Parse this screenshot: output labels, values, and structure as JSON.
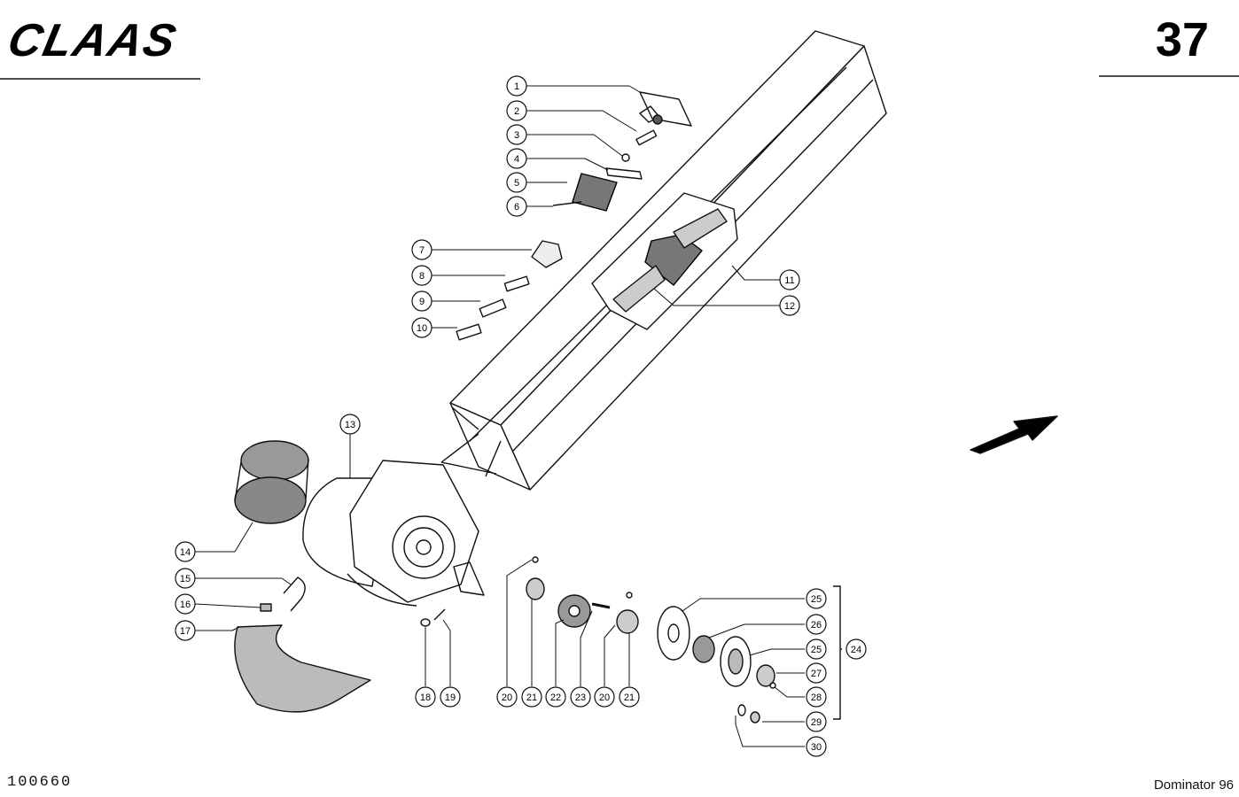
{
  "header": {
    "brand": "CLAAS",
    "page_number": "37"
  },
  "footer": {
    "document_id": "100660",
    "model": "Dominator 96"
  },
  "callouts": {
    "c1": "1",
    "c2": "2",
    "c3": "3",
    "c4": "4",
    "c5": "5",
    "c6": "6",
    "c7": "7",
    "c8": "8",
    "c9": "9",
    "c10": "10",
    "c11": "11",
    "c12": "12",
    "c13": "13",
    "c14": "14",
    "c15": "15",
    "c16": "16",
    "c17": "17",
    "c18": "18",
    "c19": "19",
    "c20a": "20",
    "c21a": "21",
    "c22": "22",
    "c23": "23",
    "c20b": "20",
    "c21b": "21",
    "c24": "24",
    "c25a": "25",
    "c26": "26",
    "c25b": "25",
    "c27": "27",
    "c28": "28",
    "c29": "29",
    "c30": "30"
  }
}
